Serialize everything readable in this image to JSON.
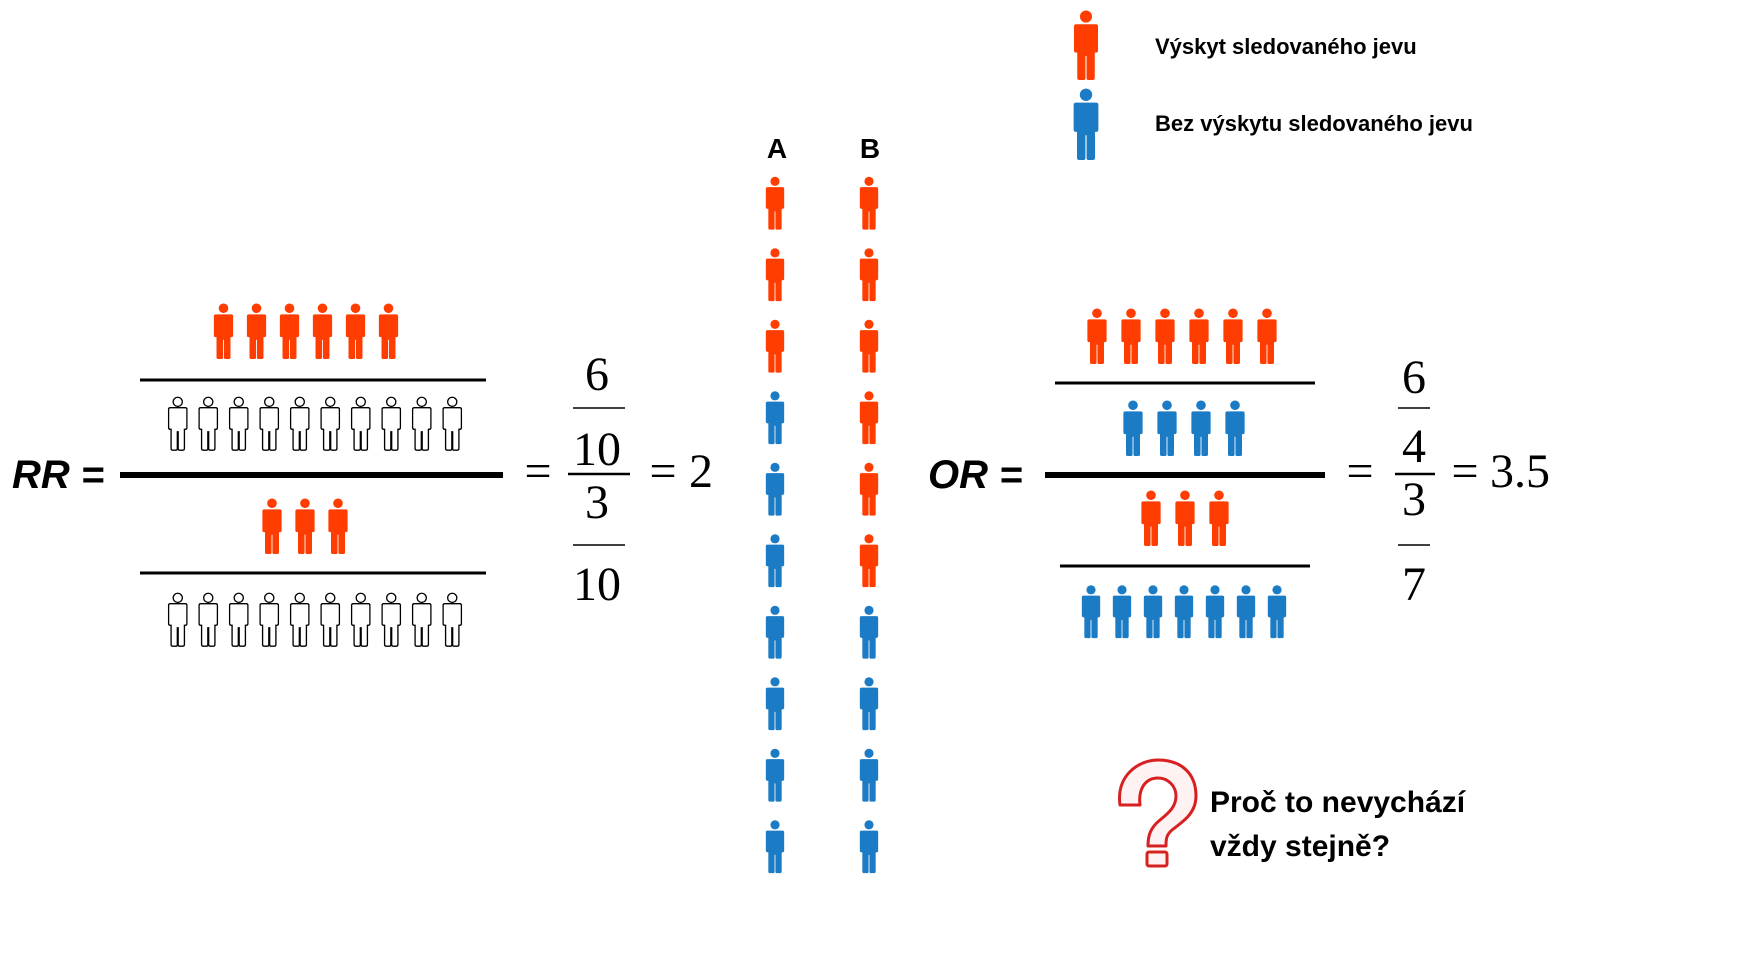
{
  "colors": {
    "occurrence": "#ff3d00",
    "no_occurrence": "#1b7bc4",
    "outline": "#000000"
  },
  "legend": {
    "occurrence_label": "Výskyt sledovaného jevu",
    "no_occurrence_label": "Bez výskytu sledovaného jevu",
    "occurrence_icon": "person-red-icon",
    "no_occurrence_icon": "person-blue-icon"
  },
  "groups": {
    "a_label": "A",
    "b_label": "B",
    "a_people": [
      "occurrence",
      "occurrence",
      "occurrence",
      "no_occurrence",
      "no_occurrence",
      "no_occurrence",
      "no_occurrence",
      "no_occurrence",
      "no_occurrence",
      "no_occurrence"
    ],
    "b_people": [
      "occurrence",
      "occurrence",
      "occurrence",
      "occurrence",
      "occurrence",
      "occurrence",
      "no_occurrence",
      "no_occurrence",
      "no_occurrence",
      "no_occurrence"
    ]
  },
  "rr": {
    "label": "RR =",
    "top_numerator_count": 6,
    "top_denominator_count": 10,
    "bottom_numerator_count": 3,
    "bottom_denominator_count": 10,
    "eq1": "=",
    "frac_top_num": "6",
    "frac_top_den": "10",
    "frac_bot_num": "3",
    "frac_bot_den": "10",
    "eq2": "=",
    "result": "2"
  },
  "or": {
    "label": "OR =",
    "top_numerator_count": 6,
    "top_denominator_count": 4,
    "bottom_numerator_count": 3,
    "bottom_denominator_count": 7,
    "eq1": "=",
    "frac_top_num": "6",
    "frac_top_den": "4",
    "frac_bot_num": "3",
    "frac_bot_den": "7",
    "eq2": "=",
    "result": "3.5"
  },
  "question": {
    "icon": "question-mark-icon",
    "line1": "Proč to nevychází",
    "line2": "vždy stejně?"
  }
}
